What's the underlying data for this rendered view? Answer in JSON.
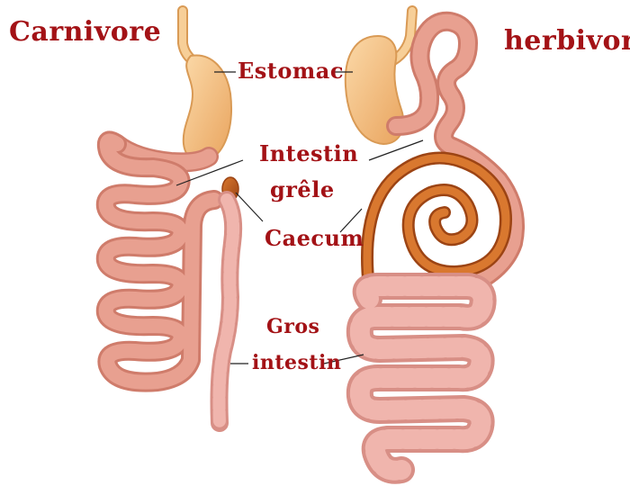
{
  "titles": {
    "left": "Carnivore",
    "right": "herbivore"
  },
  "labels": {
    "stomach": "Estomac",
    "small_intestine_line1": "Intestin",
    "small_intestine_line2": "grêle",
    "caecum": "Caecum",
    "large_intestine_line1": "Gros",
    "large_intestine_line2": "intestin"
  },
  "colors": {
    "label_text": "#a31216",
    "stomach_fill": "#f4c48a",
    "stomach_stroke": "#d99a55",
    "small_intestine": "#e8a090",
    "small_intestine_dark": "#cf7c6b",
    "caecum": "#b8561f",
    "caecum_light": "#d9782f",
    "large_intestine": "#f0b5ad",
    "large_intestine_dark": "#d88f86"
  }
}
